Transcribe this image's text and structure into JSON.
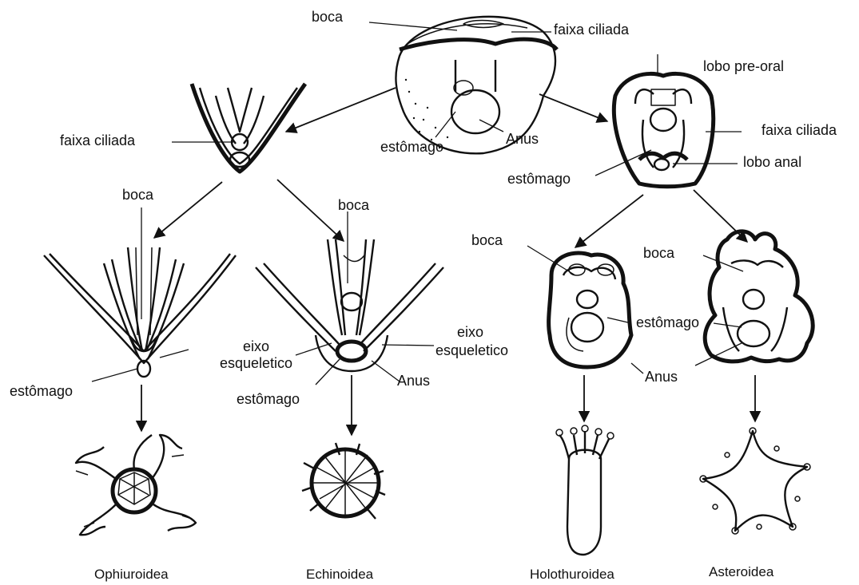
{
  "labels": {
    "top_boca": "boca",
    "top_faixa_ciliada": "faixa ciliada",
    "top_estomago": "estômago",
    "top_anus": "Anus",
    "ophio_larva_faixa_ciliada": "faixa ciliada",
    "right_lobo_pre_oral": "lobo pre-oral",
    "right_faixa_ciliada": "faixa ciliada",
    "right_lobo_anal": "lobo anal",
    "right_estomago": "estômago",
    "ophio_boca": "boca",
    "ophio_estomago": "estômago",
    "echino_boca": "boca",
    "echino_eixo_esqueletico_left": "eixo\nesqueletico",
    "echino_estomago": "estômago",
    "echino_eixo_esqueletico_right": "eixo\nesqueletico",
    "echino_anus": "Anus",
    "holo_boca": "boca",
    "aster_boca": "boca",
    "holo_aster_estomago": "estômago",
    "holo_aster_anus": "Anus"
  },
  "captions": {
    "ophiuroidea": "Ophiuroidea",
    "echinoidea": "Echinoidea",
    "holothuroidea": "Holothuroidea",
    "asteroidea": "Asteroidea"
  }
}
